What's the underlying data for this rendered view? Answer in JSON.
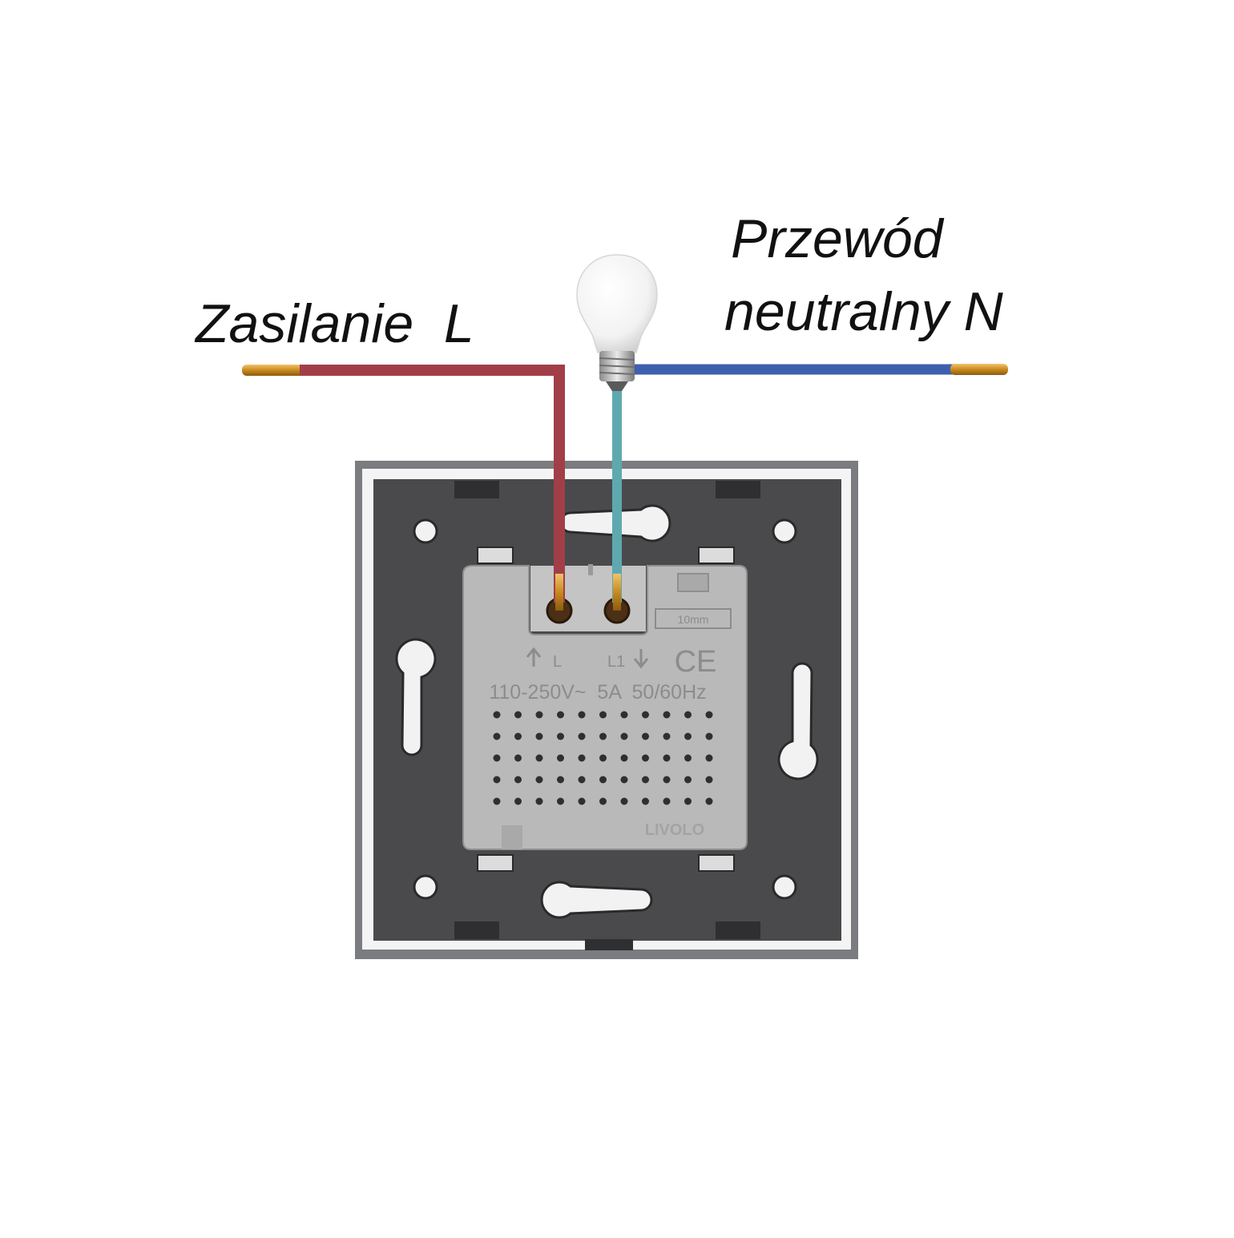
{
  "labels": {
    "supply": "Zasilanie  L",
    "neutral_line1": "Przewód",
    "neutral_line2": "neutralny N"
  },
  "module": {
    "terminal_left": "L",
    "terminal_right": "L1",
    "rating": "110-250V~  5A  50/60Hz",
    "strip_length": "10mm",
    "certification": "CE",
    "brand": "LIVOLO"
  },
  "colors": {
    "live_wire": "#a23e48",
    "neutral_wire": "#3f5fae",
    "load_wire": "#5fa8b0",
    "frame": "#4a4a4c",
    "module": "#b9b9ba"
  },
  "icons": [
    "light-bulb-icon",
    "up-arrow-icon",
    "down-arrow-icon"
  ]
}
